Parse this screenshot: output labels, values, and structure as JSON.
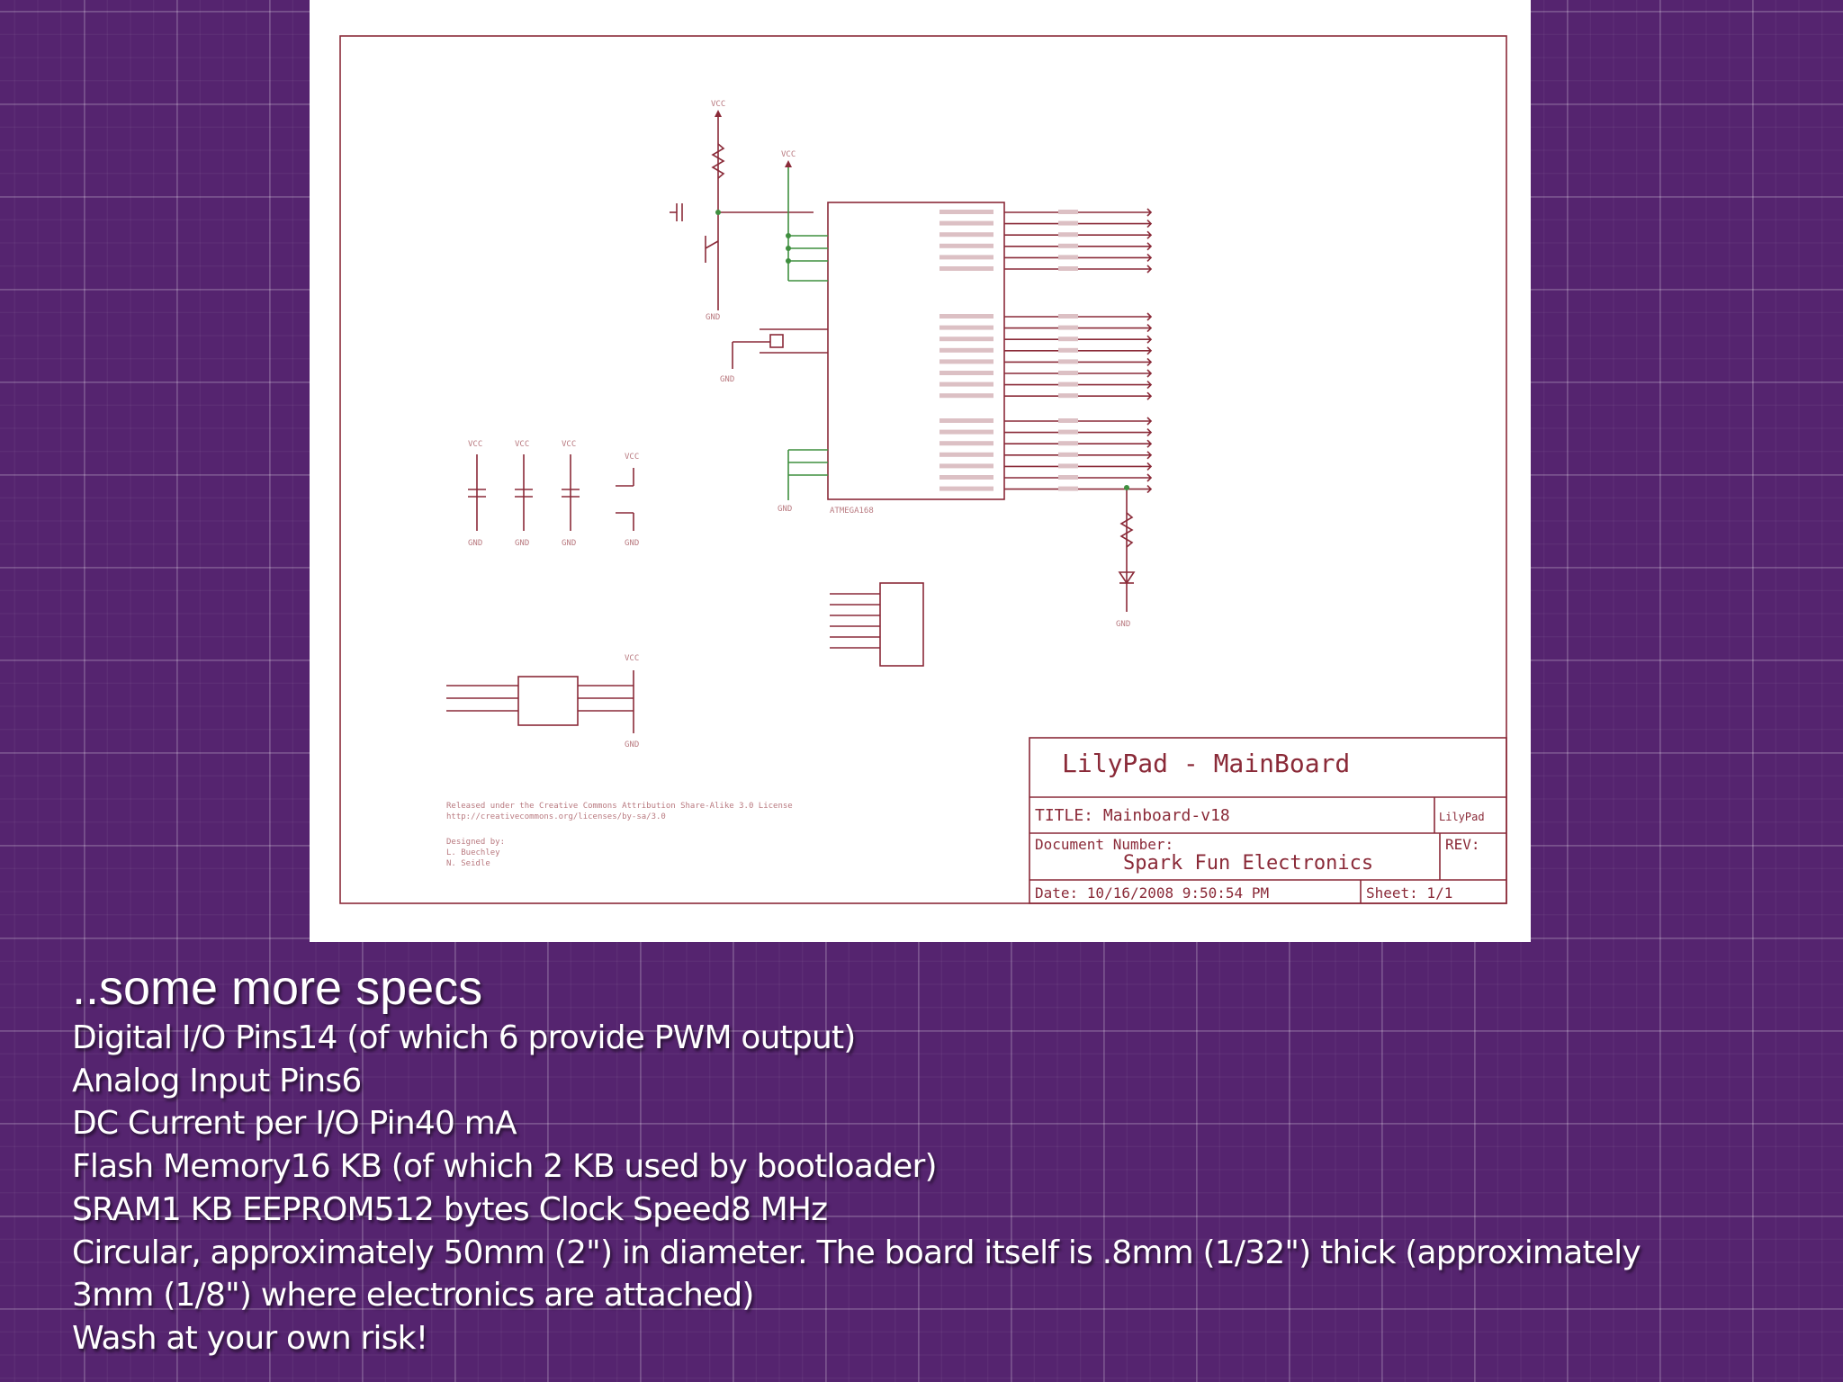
{
  "slide": {
    "title": "..some more specs",
    "bullets": [
      "Digital I/O Pins14 (of which 6 provide PWM output)",
      "Analog Input Pins6",
      "DC Current per I/O Pin40 mA",
      "Flash Memory16 KB (of which 2 KB used by bootloader)",
      "SRAM1 KB EEPROM512 bytes Clock Speed8 MHz",
      "Circular, approximately 50mm (2\") in diameter. The board itself is .8mm (1/32\") thick (approximately 3mm (1/8\") where electronics are attached)",
      "Wash at your own risk!"
    ]
  },
  "schematic": {
    "title_block": {
      "heading": "LilyPad - MainBoard",
      "title": "TITLE: Mainboard-v18",
      "title_side": "LilyPad",
      "document_number_label": "Document Number:",
      "document_number": "Spark Fun Electronics",
      "rev_label": "REV:",
      "date": "Date: 10/16/2008 9:50:54 PM",
      "sheet": "Sheet: 1/1"
    },
    "license_note": [
      "Released under the Creative Commons Attribution Share-Alike 3.0 License",
      "http://creativecommons.org/licenses/by-sa/3.0"
    ],
    "designers": [
      "Designed by:",
      "L. Buechley",
      "N. Seidle"
    ],
    "chip_name": "ATMEGA168",
    "power_labels": {
      "vcc": "VCC",
      "gnd": "GND"
    }
  }
}
